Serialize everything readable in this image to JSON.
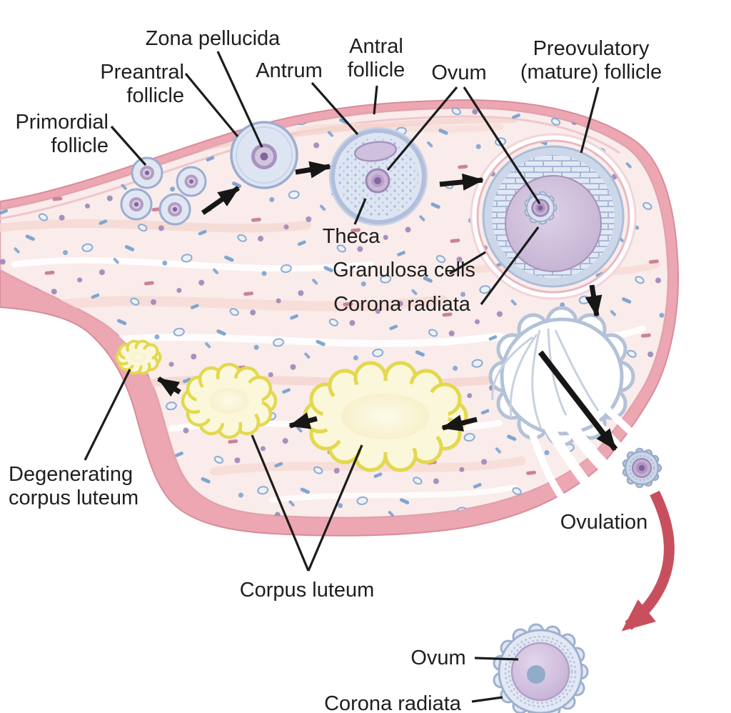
{
  "figure": {
    "subject": "Ovarian cycle diagram: follicle development, ovulation and corpus luteum"
  },
  "labels": {
    "zona_pellucida": "Zona pellucida",
    "preantral_follicle_line1": "Preantral",
    "preantral_follicle_line2": "follicle",
    "primordial_follicle_line1": "Primordial",
    "primordial_follicle_line2": "follicle",
    "antrum": "Antrum",
    "antral_follicle_line1": "Antral",
    "antral_follicle_line2": "follicle",
    "ovum_top": "Ovum",
    "preovulatory_line1": "Preovulatory",
    "preovulatory_line2": "(mature) follicle",
    "theca": "Theca",
    "granulosa_cells": "Granulosa cells",
    "corona_radiata_mid": "Corona radiata",
    "degenerating_line1": "Degenerating",
    "degenerating_line2": "corpus luteum",
    "corpus_luteum": "Corpus luteum",
    "ovulation": "Ovulation",
    "ovum_bottom": "Ovum",
    "corona_radiata_bottom": "Corona radiata"
  },
  "palette": {
    "ovary_wall": "#eda7b3",
    "ovary_interior": "#f9ecea",
    "follicle_fill": "#dde5f3",
    "follicle_border": "#9cadd0",
    "ovum_purple": "#b49bc4",
    "ovum_core": "#84659f",
    "antrum_purple": "#cdbcd9",
    "corpus_luteum_fill": "#fbf7da",
    "corpus_luteum_border": "#e3d84e",
    "arrow_black": "#161616",
    "arrow_red": "#c8505e",
    "label_text": "#1e1e1e"
  }
}
